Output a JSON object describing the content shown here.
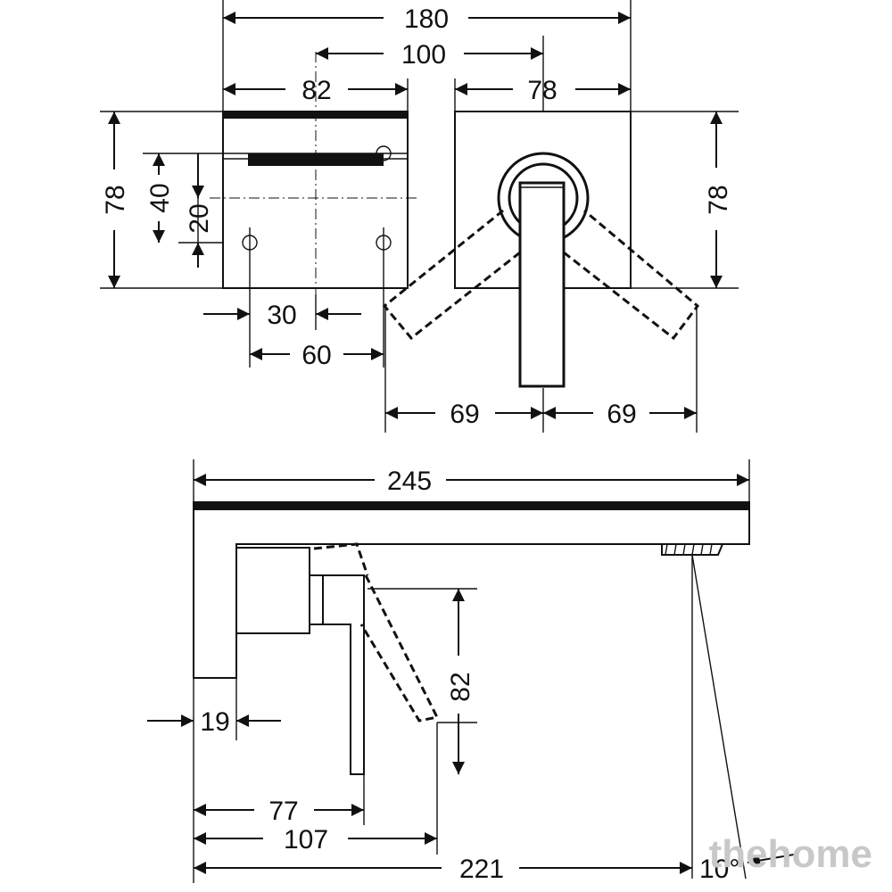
{
  "dimensions": {
    "top_180": "180",
    "top_100": "100",
    "top_82": "82",
    "top_78": "78",
    "left_78": "78",
    "left_40": "40",
    "left_20": "20",
    "right_78": "78",
    "holes_30": "30",
    "holes_60": "60",
    "lever_69_left": "69",
    "lever_69_right": "69",
    "side_245": "245",
    "side_82": "82",
    "side_19": "19",
    "side_77": "77",
    "side_107": "107",
    "side_221": "221",
    "angle_10": "10°"
  },
  "watermark": "thehome"
}
